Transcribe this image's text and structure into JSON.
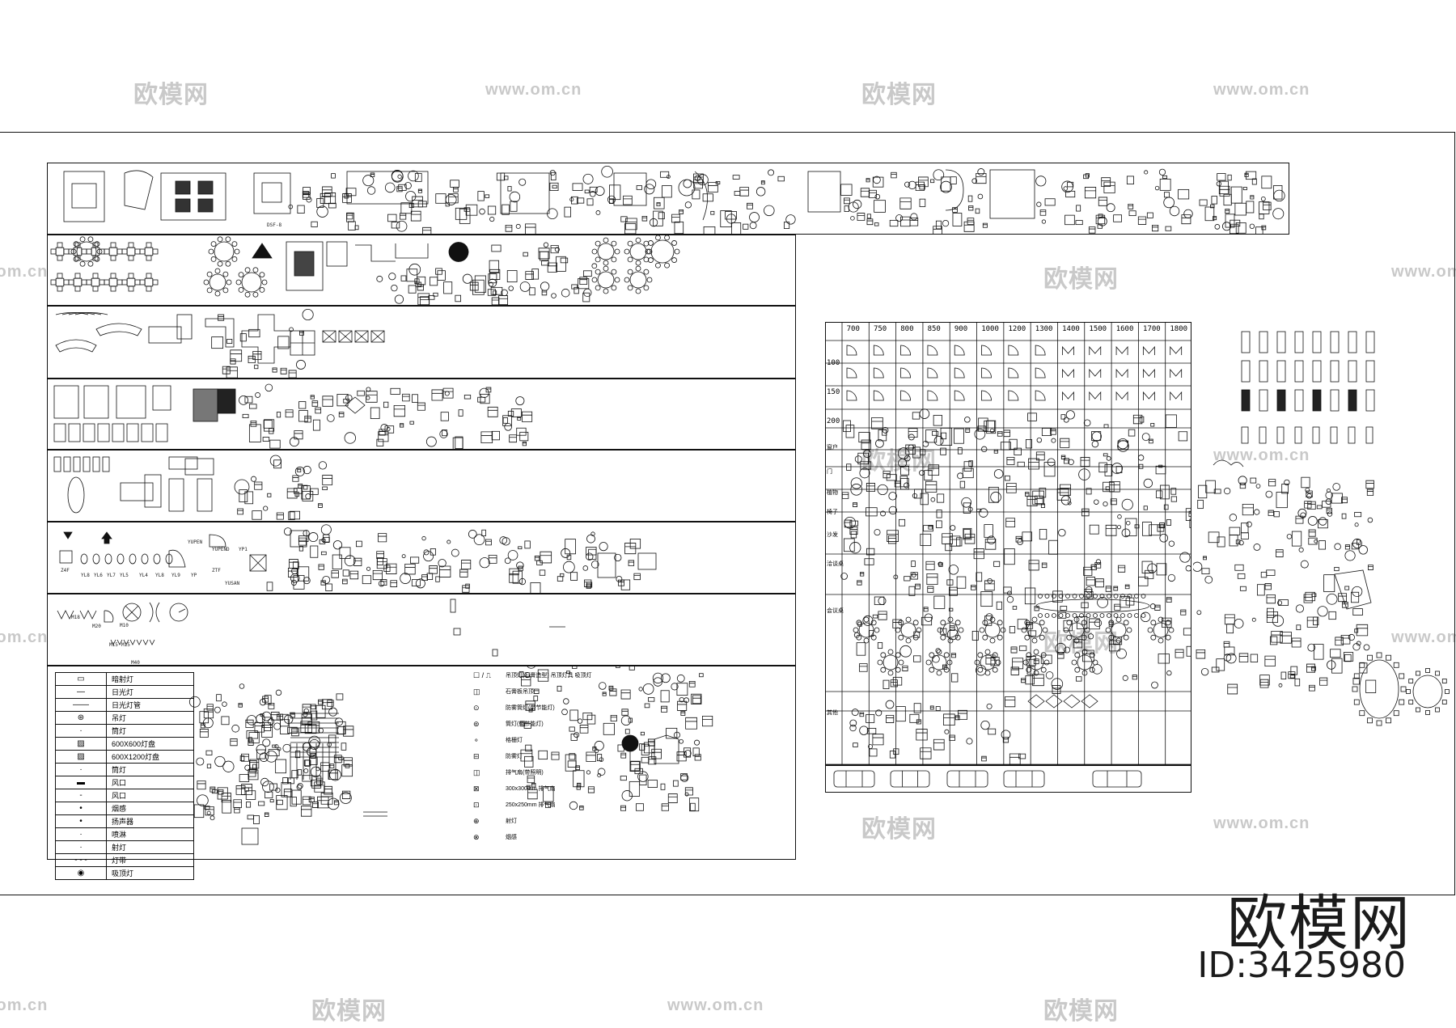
{
  "watermark": {
    "cn_text": "欧模网",
    "url_text": "www.om.cn"
  },
  "brand": {
    "name": "欧模网",
    "id_text": "ID:3425980"
  },
  "bands": {
    "band6_labels": [
      "M18",
      "M20",
      "M15",
      "M15",
      "M10",
      "M40"
    ],
    "band5_labels": [
      "Z4F",
      "YL8",
      "YL6",
      "YL7",
      "YL5",
      "YL4",
      "YL8",
      "YL9",
      "YP",
      "YUPEN",
      "YUPEND",
      "ZTF",
      "YP1",
      "YUSAN"
    ],
    "band1_labels": [
      "DSF-8"
    ]
  },
  "legend": {
    "rows": [
      {
        "sym": "▭",
        "text": "暗射灯"
      },
      {
        "sym": "—",
        "text": "日光灯"
      },
      {
        "sym": "——",
        "text": "日光灯管"
      },
      {
        "sym": "⊛",
        "text": "吊灯"
      },
      {
        "sym": "·",
        "text": "筒灯"
      },
      {
        "sym": "▨",
        "text": "600X600灯盘"
      },
      {
        "sym": "▨",
        "text": "600X1200灯盘"
      },
      {
        "sym": "·",
        "text": "筒灯"
      },
      {
        "sym": "▬",
        "text": "风口"
      },
      {
        "sym": "-",
        "text": "风口"
      },
      {
        "sym": "•",
        "text": "烟感"
      },
      {
        "sym": "•",
        "text": "扬声器"
      },
      {
        "sym": "·",
        "text": "喷淋"
      },
      {
        "sym": "·",
        "text": "射灯"
      },
      {
        "sym": "- - -",
        "text": "灯带"
      },
      {
        "sym": "◉",
        "text": "吸顶灯"
      }
    ]
  },
  "notes": {
    "rows": [
      {
        "sym": "☐ / ⎍",
        "text": "吊顶灯(石膏造型)  吊顶灯具  吸顶灯"
      },
      {
        "sym": "◫",
        "text": "石膏板吊顶"
      },
      {
        "sym": "⊙",
        "text": "防雾筒灯(带节能灯)"
      },
      {
        "sym": "⊚",
        "text": "筒灯(带节能灯)"
      },
      {
        "sym": "⚬",
        "text": "格栅灯"
      },
      {
        "sym": "⊟",
        "text": "防雾灯"
      },
      {
        "sym": "◫",
        "text": "排气扇(带照明)"
      },
      {
        "sym": "⊠",
        "text": "300x300mm 排气扇"
      },
      {
        "sym": "⊡",
        "text": "250x250mm 排气扇"
      },
      {
        "sym": "⊕",
        "text": "射灯"
      },
      {
        "sym": "⊗",
        "text": "烟感"
      }
    ]
  },
  "door_table": {
    "headers": [
      "",
      "700",
      "750",
      "800",
      "850",
      "900",
      "1000",
      "1200",
      "1300",
      "1400",
      "1500",
      "1600",
      "1700",
      "1800"
    ],
    "row_labels": [
      "100",
      "150",
      "200"
    ],
    "category_labels": [
      "窗户",
      "门",
      "植物",
      "椅子",
      "沙发",
      "洽谈桌",
      "会议桌",
      "",
      "其他",
      ""
    ]
  }
}
